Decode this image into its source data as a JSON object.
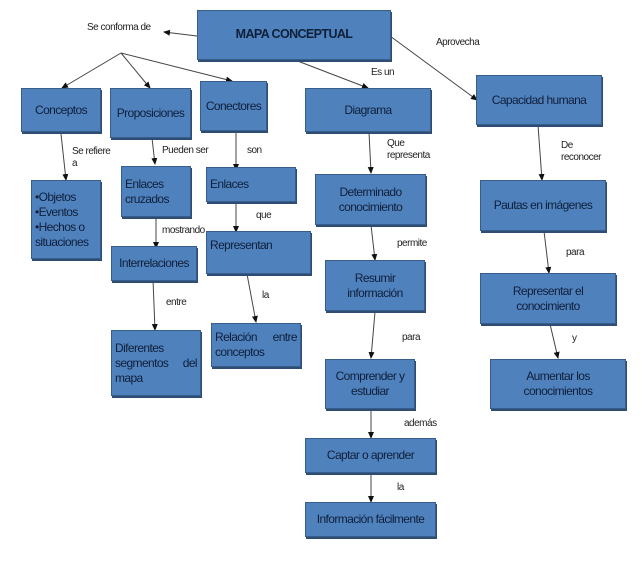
{
  "diagram": {
    "title": "MAPA CONCEPTUAL",
    "nodes": {
      "root": "MAPA CONCEPTUAL",
      "conceptos": "Conceptos",
      "proposiciones": "Proposiciones",
      "conectores": "Conectores",
      "diagrama": "Diagrama",
      "capacidad": "Capacidad humana",
      "objetos_list": [
        "Objetos",
        "Eventos",
        "Hechos o situaciones"
      ],
      "enlaces_cruzados": "Enlaces cruzados",
      "enlaces": "Enlaces",
      "interrelaciones": "Interrelaciones",
      "representan": "Representan",
      "diferentes": "Diferentes segmentos del mapa",
      "relacion": "Relación entre conceptos",
      "determinado": "Determinado conocimiento",
      "resumir": "Resumir información",
      "comprender": "Comprender y estudiar",
      "captar": "Captar o aprender",
      "informacion": "Información fácilmente",
      "pautas": "Pautas en imágenes",
      "representar": "Representar el conocimiento",
      "aumentar": "Aumentar los conocimientos"
    },
    "links": {
      "se_conforma": "Se conforma de",
      "aprovecha": "Aprovecha",
      "es_un": "Es un",
      "se_refiere": "Se refiere a",
      "pueden_ser": "Pueden ser",
      "son": "son",
      "que": "que",
      "mostrando": "mostrando",
      "entre": "entre",
      "la1": "la",
      "que_representa": "Que representa",
      "permite": "permite",
      "para1": "para",
      "ademas": "además",
      "la2": "la",
      "de_reconocer": "De reconocer",
      "para2": "para",
      "y": "y"
    },
    "colors": {
      "node_fill": "#4f81bd",
      "node_border": "#385d8a",
      "text": "#0f1f3a",
      "line": "#333333"
    }
  }
}
